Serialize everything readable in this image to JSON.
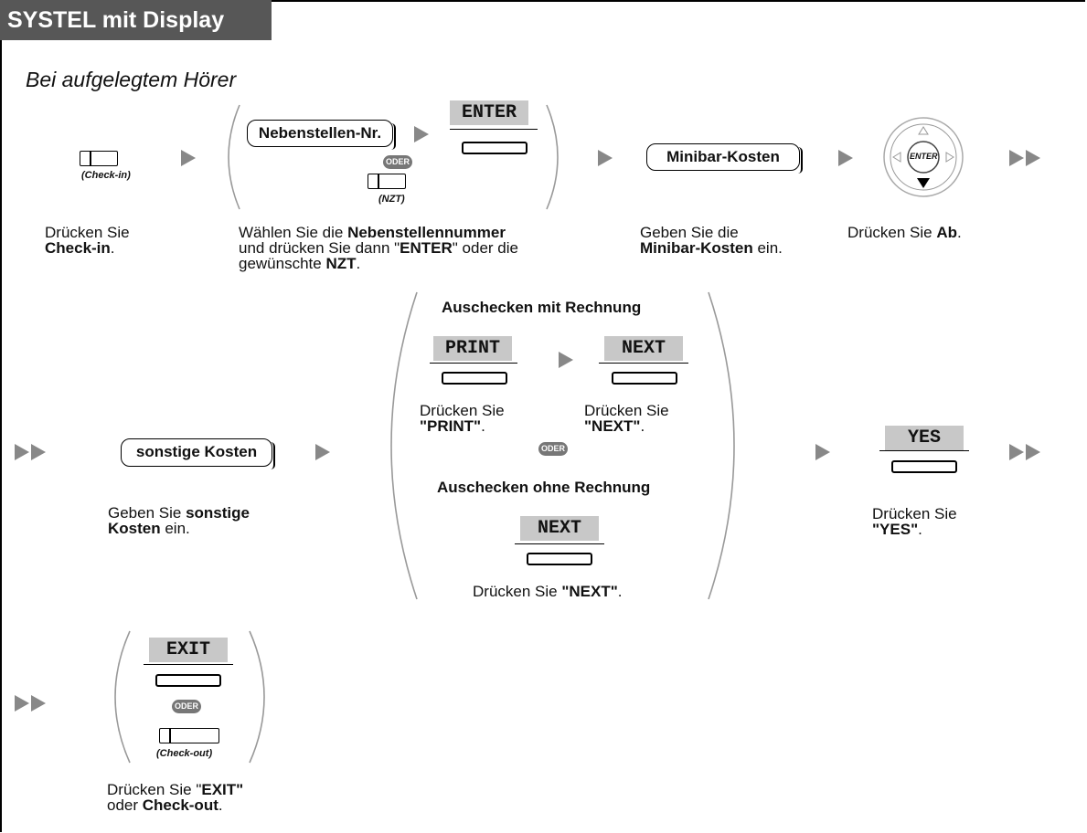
{
  "header": {
    "title": "SYSTEL mit Display",
    "subtitle": "Bei aufgelegtem Hörer"
  },
  "step1": {
    "key_label": "(Check-in)",
    "desc_line1": "Drücken Sie",
    "desc_bold": "Check-in",
    "desc_end": "."
  },
  "step2": {
    "pill_label": "Nebenstellen-Nr.",
    "softkey": "ENTER",
    "oder": "ODER",
    "key_label": "(NZT)",
    "desc_l1_pre": "Wählen Sie die ",
    "desc_l1_bold": "Nebenstellennummer",
    "desc_l2_pre": "und drücken Sie dann \"",
    "desc_l2_bold": "ENTER",
    "desc_l2_post": "\" oder die",
    "desc_l3_pre": "gewünschte ",
    "desc_l3_bold": "NZT",
    "desc_l3_post": "."
  },
  "step3": {
    "pill_label": "Minibar-Kosten",
    "desc_l1": "Geben Sie die",
    "desc_l2_bold": "Minibar-Kosten",
    "desc_l2_post": " ein."
  },
  "step4": {
    "nav_label": "ENTER",
    "desc_pre": "Drücken Sie ",
    "desc_bold": "Ab",
    "desc_post": "."
  },
  "step5": {
    "pill_label": "sonstige Kosten",
    "desc_l1_pre": "Geben Sie ",
    "desc_l1_bold": "sonstige",
    "desc_l2_bold": "Kosten",
    "desc_l2_post": " ein."
  },
  "step6": {
    "heading_with": "Auschecken mit Rechnung",
    "softkey_print": "PRINT",
    "softkey_next1": "NEXT",
    "print_desc_l1": "Drücken Sie",
    "print_desc_l2": "\"PRINT\"",
    "print_desc_end": ".",
    "next_desc_l1": "Drücken Sie",
    "next_desc_l2": "\"NEXT\"",
    "next_desc_end": ".",
    "oder": "ODER",
    "heading_without": "Auschecken ohne Rechnung",
    "softkey_next2": "NEXT",
    "next2_desc_pre": "Drücken Sie ",
    "next2_desc_bold": "\"NEXT\"",
    "next2_desc_end": "."
  },
  "step7": {
    "softkey": "YES",
    "desc_l1": "Drücken Sie",
    "desc_l2_bold": "\"YES\"",
    "desc_end": "."
  },
  "step8": {
    "softkey": "EXIT",
    "oder": "ODER",
    "key_label": "(Check-out)",
    "desc_l1_pre": "Drücken Sie \"",
    "desc_l1_bold": "EXIT\"",
    "desc_l2_pre": "oder ",
    "desc_l2_bold": "Check-out",
    "desc_l2_end": "."
  }
}
